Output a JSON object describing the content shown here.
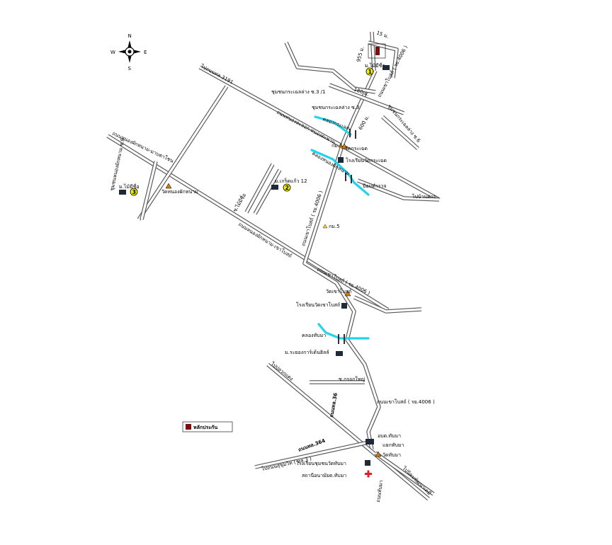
{
  "compass": {
    "n": "N",
    "s": "S",
    "e": "E",
    "w": "W"
  },
  "projects": [
    {
      "number": "1",
      "name": "ม.ไม้มีชื่อ"
    },
    {
      "number": "2",
      "name": "ม.เกร็ดแก้ว 12"
    },
    {
      "number": "3",
      "name": "ม.ไม้มีชื่อ"
    }
  ],
  "roads": {
    "to_road_3191": "ไปถนนทล.3191",
    "krachaeng_soi_3_1": "ชุมชนกระเฉลล่าง ซ.3 /1",
    "krachaeng_soi_3": "ชุมชนกระเฉลล่าง ซ.3",
    "krachaeng_soi_6": "ชุมชนกระเฉลล่าง ซ.6",
    "dist_180": "180 ม.",
    "dist_955": "955 ม.",
    "dist_15": "15 ม.",
    "dist_600": "600 ม.",
    "khao_bo_4006_top": "ถนนเขาโบสถ์ ( รย.4006 )",
    "khao_bo_4006_mid": "ถนนเขาโบสถ์ ( รย.4006 )",
    "khao_bo_4006_lower": "ถนนเขาโบสถ์ ( รย.4006 )",
    "khao_bo_4006_bottom": "ถนนเขาโบสถ์ ( รย.4006 )",
    "nong_la_nong_taphan": "ถนนหนองละลอก-หนองตะพาน",
    "nong_phak_nam_maap": "ถนนหนองผักหนาม-มาบตาโชน",
    "nong_phak_nam_khao_bo": "ถนนหนองผักหนาม-เขาโบสถ์",
    "nong_phak_nam_soi_8": "ชุมชนหนองผักหนาม ซ.8",
    "soi_mai_mee_chue": "ซ.ไม้มีชื่อ",
    "to_ban_khai": "ไปบ้านค่าย",
    "to_pluak_daeng": "ไปปลวกแดง",
    "road_36": "ถนนทล.36",
    "road_364": "ถนนทล.364",
    "to_sukhumvit": "ไปถนนสุขุมวิท ( ทล.3 )",
    "to_nikhom": "ไปนิคมพัฒนาเคมี",
    "soi_krok_yai": "ซ.กรอกใหญ่",
    "thanon_thap_ma": "ถนนทับมา"
  },
  "landmarks": {
    "wat_krachaeng": "วัดกระเฉด",
    "school_krachaeng": "โรงเรียนวัดกระเฉด",
    "klong_krachaeng": "คลองกระเฉด",
    "klong_nong_phak_nam": "คลองหนองผักหนาม",
    "police_box": "ป้อมตำรวจ",
    "km6": "กม.6",
    "km5": "กม.5",
    "wat_nong_phak_nam": "วัดหนองผักหนาม",
    "wat_khao_bo": "วัดเขาโบสถ์",
    "school_khao_bo": "โรงเรียนวัดเขาโบสถ์",
    "klong_thap_ma": "คลองทับมา",
    "rayong_garden": "ม.ระยองการ์เด้นฮิลล์",
    "tambon_office": "อบต.ทับมา",
    "thap_ma_intersection": "แยกทับมา",
    "wat_thap_ma": "วัดทับมา",
    "school_thap_ma": "โรงเรียนชุมชนวัดทับมา",
    "health_station": "สถานีอนามัยต.ทับมา"
  },
  "legend": {
    "label": "หลักประกัน",
    "swatch_color": "#7a0f12"
  },
  "colors": {
    "canal": "#22d3ee",
    "road_outline": "#555555",
    "number_badge": "#f5f200",
    "cross": "#e11d2a"
  }
}
